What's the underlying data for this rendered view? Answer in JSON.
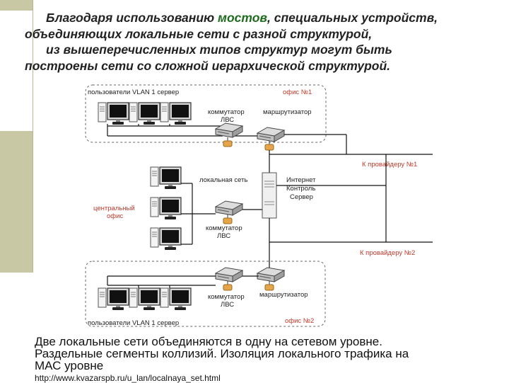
{
  "slide": {
    "heading_lines": [
      {
        "before": "Благодаря использованию ",
        "highlight": "мостов",
        "after": ", специальных устройств,"
      },
      {
        "text": "объединяющих локальные сети с разной структурой,"
      },
      {
        "text": "из вышеперечисленных типов структур могут быть"
      },
      {
        "text": "построены сети со сложной иерархической структурой."
      }
    ],
    "highlight_color": "#1e6b1e",
    "caption_lines": [
      "Две локальные сети объединяются в одну на сетевом уровне.",
      "Раздельные сегменты коллизий. Изоляция локального трафика на",
      "МАС уровне"
    ],
    "url": "http://www.kvazarspb.ru/u_lan/localnaya_set.html"
  },
  "diagram": {
    "office1": {
      "users_label": "пользователи VLAN 1 сервер",
      "name": "офис №1",
      "switch_label": [
        "коммутатор",
        "ЛВС"
      ],
      "router_label": "маршрутизатор"
    },
    "provider1": "К провайдеру №1",
    "central": {
      "lan_label": "локальная сеть",
      "name": [
        "центральный",
        "офис"
      ],
      "server_label": [
        "Интернет",
        "Контроль",
        "Сервер"
      ],
      "switch_label": [
        "коммутатор",
        "ЛВС"
      ]
    },
    "provider2": "К провайдеру №2",
    "office2": {
      "users_label": "пользователи VLAN 1 сервер",
      "name": "офис №2",
      "switch_label": [
        "коммутатор",
        "ЛВС"
      ],
      "router_label": "маршрутизатор"
    },
    "label_color": "#c0392b"
  }
}
